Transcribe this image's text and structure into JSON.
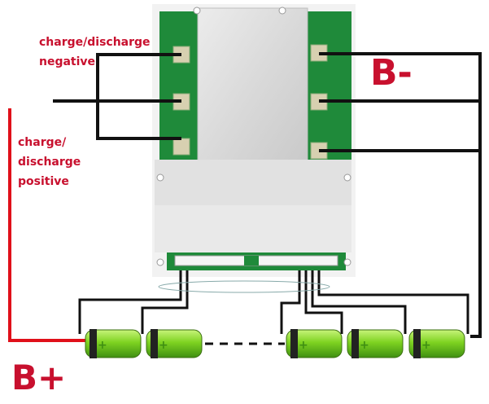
{
  "labels": {
    "charge_discharge_negative_line1": "charge/discharge",
    "charge_discharge_negative_line2": "negative",
    "charge_discharge_positive_line1": "charge/",
    "charge_discharge_positive_line2": "discharge",
    "charge_discharge_positive_line3": "positive",
    "b_minus": "B-",
    "b_plus": "B+"
  },
  "colors": {
    "label_red": "#c8102e",
    "wire_black": "#111111",
    "wire_red": "#e0101a",
    "battery_green": "#7ed321",
    "pcb_green": "#1f8a3a",
    "heatsink": "#d8d8d8"
  }
}
